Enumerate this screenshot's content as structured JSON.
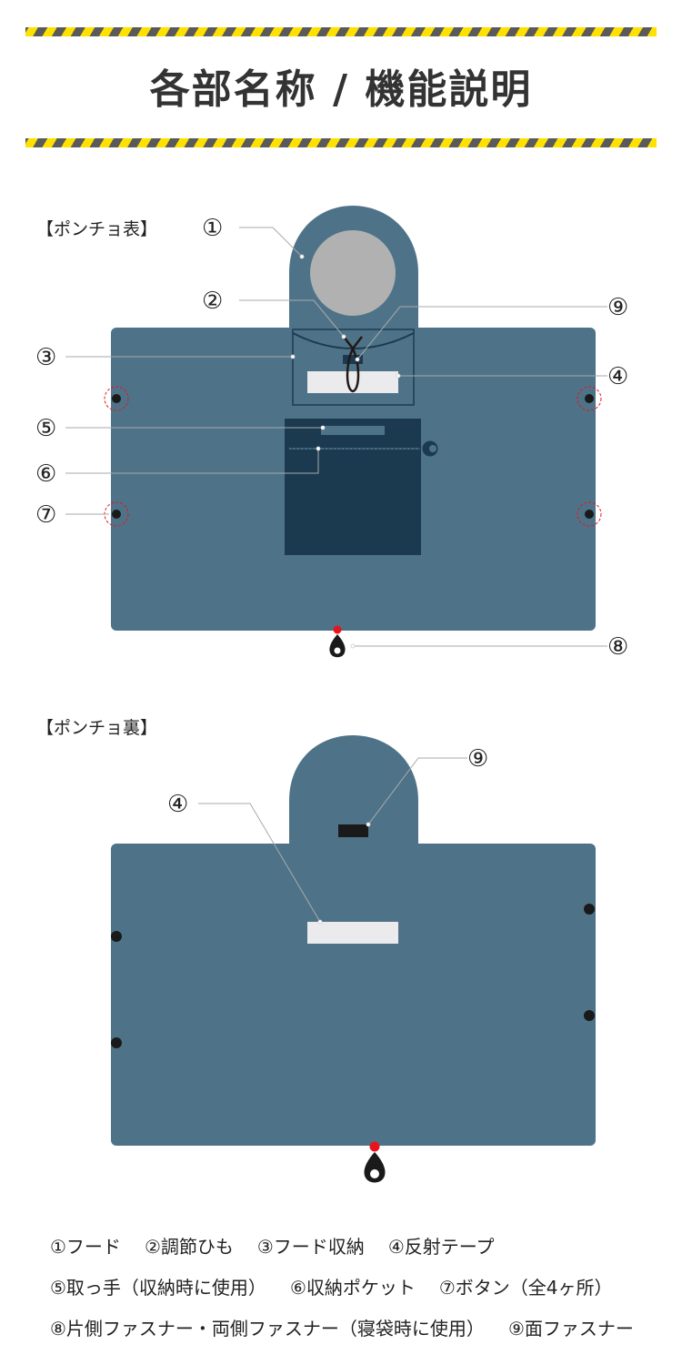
{
  "title": "各部名称 / 機能説明",
  "colors": {
    "body": "#4e7388",
    "pocket": "#1b3a50",
    "face": "#b1b1b1",
    "tape": "#ebebee",
    "stripe_yellow": "#ffe100",
    "stripe_dark": "#5a5a5a",
    "zipper_red": "#e8131d"
  },
  "front": {
    "label": "【ポンチョ表】",
    "callouts": [
      "①",
      "②",
      "③",
      "④",
      "⑤",
      "⑥",
      "⑦",
      "⑧",
      "⑨"
    ]
  },
  "back": {
    "label": "【ポンチョ裏】",
    "callouts": [
      "④",
      "⑨"
    ]
  },
  "legend": [
    [
      "①フード",
      "②調節ひも",
      "③フード収納",
      "④反射テープ"
    ],
    [
      "⑤取っ手（収納時に使用）",
      "⑥収納ポケット",
      "⑦ボタン（全4ヶ所）"
    ],
    [
      "⑧片側ファスナー・両側ファスナー（寝袋時に使用）",
      "⑨面ファスナー"
    ]
  ]
}
